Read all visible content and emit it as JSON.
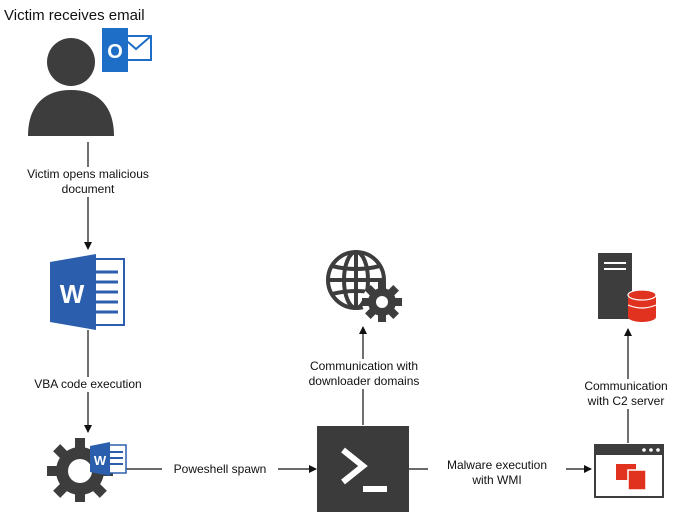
{
  "diagram": {
    "title": "Victim receives email",
    "steps": {
      "open_document": [
        "Victim opens malicious",
        "document"
      ],
      "vba_execution": [
        "VBA code execution"
      ],
      "powershell_spawn": [
        "Poweshell spawn"
      ],
      "downloader_comm": [
        "Communication with",
        "downloader domains"
      ],
      "malware_wmi": [
        "Malware execution",
        "with WMI"
      ],
      "c2_comm": [
        "Communication",
        "with C2 server"
      ]
    },
    "icons": {
      "user": "user-silhouette-icon",
      "outlook": "outlook-icon",
      "word": "word-document-icon",
      "gear_word": "gear-with-word-icon",
      "powershell": "powershell-terminal-icon",
      "globe": "globe-gear-icon",
      "app": "application-window-icon",
      "server": "server-database-icon"
    },
    "glyphs": {
      "outlook_letter": "O",
      "word_letter": "W"
    },
    "colors": {
      "outlook": "#1e6ec8",
      "word": "#2b5fae",
      "dark": "#3d3d3d",
      "terminal": "#3b3b3b",
      "accent_red": "#e0321e",
      "line": "#111111"
    }
  }
}
